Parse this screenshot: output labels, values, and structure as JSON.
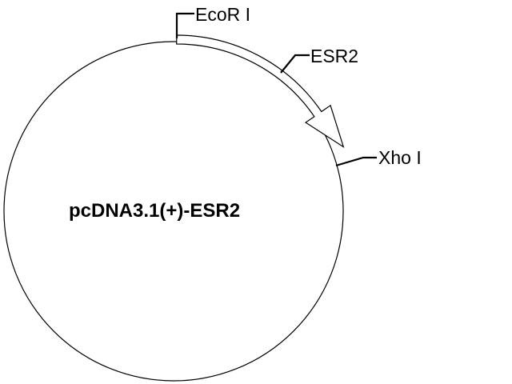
{
  "plasmid": {
    "name": "pcDNA3.1(+)-ESR2",
    "outline_color": "#000000",
    "background_color": "#ffffff"
  },
  "insert": {
    "label": "ESR2",
    "arrow_fill": "#ffffff",
    "direction": "clockwise"
  },
  "sites": {
    "ecori": "EcoR I",
    "xhoi": "Xho I"
  }
}
